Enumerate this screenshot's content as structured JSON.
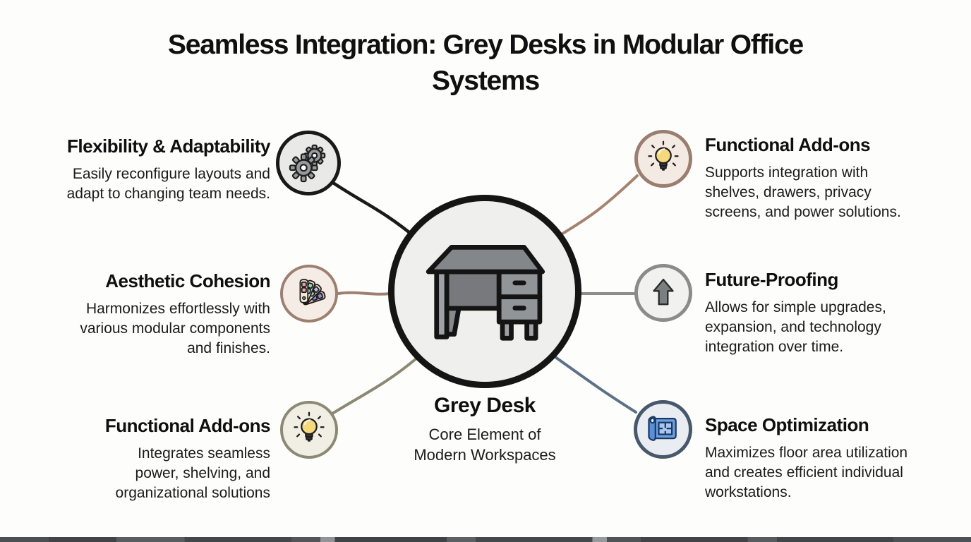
{
  "title": "Seamless Integration: Grey Desks in Modular Office\nSystems",
  "center": {
    "heading": "Grey Desk",
    "subheading": "Core Element of\nModern Workspaces",
    "icon": "grey-desk-icon"
  },
  "nodes": {
    "left": [
      {
        "title": "Flexibility & Adaptability",
        "description": "Easily reconfigure layouts and\nadapt to changing team needs.",
        "icon": "gears-icon",
        "circle_fill": "#e9e9e7",
        "circle_border": "#191919",
        "connector_color": "#1a1a1a"
      },
      {
        "title": "Aesthetic Cohesion",
        "description": "Harmonizes effortlessly with\nvarious modular components\nand finishes.",
        "icon": "color-palette-icon",
        "circle_fill": "#f6ece6",
        "circle_border": "#9c8071",
        "connector_color": "#9c8071"
      },
      {
        "title": "Functional Add-ons",
        "description": "Integrates seamless\npower, shelving, and\norganizational solutions",
        "icon": "lightbulb-icon",
        "circle_fill": "#f1eee3",
        "circle_border": "#8b8874",
        "connector_color": "#8b8874"
      }
    ],
    "right": [
      {
        "title": "Functional Add-ons",
        "description": "Supports integration with\nshelves, drawers, privacy\nscreens, and power solutions.",
        "icon": "lightbulb-icon",
        "circle_fill": "#f3eae3",
        "circle_border": "#9a7e6f",
        "connector_color": "#a5836f"
      },
      {
        "title": "Future-Proofing",
        "description": "Allows for simple upgrades,\nexpansion, and technology\nintegration over time.",
        "icon": "arrow-up-icon",
        "circle_fill": "#f1f1ef",
        "circle_border": "#8b8b8b",
        "connector_color": "#8c8c8c"
      },
      {
        "title": "Space Optimization",
        "description": "Maximizes floor area utilization\nand creates efficient individual\nworkstations.",
        "icon": "blueprint-icon",
        "circle_fill": "#e9ecf0",
        "circle_border": "#46586a",
        "connector_color": "#5c7186"
      }
    ]
  },
  "colors": {
    "background": "#fdfdfc",
    "text": "#131313",
    "center_circle_fill": "#efefed",
    "center_circle_border": "#151515",
    "desk_grey": "#84878a",
    "bulb_yellow": "#f6d97d",
    "blueprint_blue": "#6fa0e0"
  }
}
